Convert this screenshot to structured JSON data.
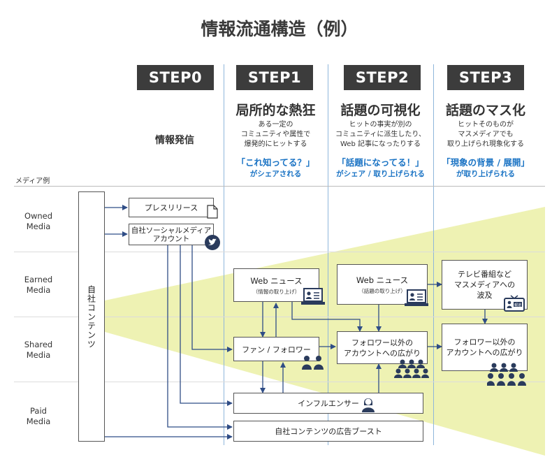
{
  "title": "情報流通構造（例）",
  "steps": [
    {
      "label": "STEP0",
      "heading": "",
      "plain": "情報発信",
      "desc": [],
      "highlight": "",
      "highlight_sub": ""
    },
    {
      "label": "STEP1",
      "heading": "局所的な熱狂",
      "desc": [
        "ある一定の",
        "コミュニティや属性で",
        "爆発的にヒットする"
      ],
      "highlight": "「これ知ってる？」",
      "highlight_sub": "がシェアされる"
    },
    {
      "label": "STEP2",
      "heading": "話題の可視化",
      "desc": [
        "ヒットの事実が別の",
        "コミュニティに派生したり、",
        "Web 記事になったりする"
      ],
      "highlight": "「話題になってる！」",
      "highlight_sub": "がシェア / 取り上げられる"
    },
    {
      "label": "STEP3",
      "heading": "話題のマス化",
      "desc": [
        "ヒットそのものが",
        "マスメディアでも",
        "取り上げられ現象化する"
      ],
      "highlight": "「現象の背景 / 展開」",
      "highlight_sub": "が取り上げられる"
    }
  ],
  "media_header": "メディア例",
  "rows": [
    {
      "label": "Owned\nMedia"
    },
    {
      "label": "Earned\nMedia"
    },
    {
      "label": "Shared\nMedia"
    },
    {
      "label": "Paid\nMedia"
    }
  ],
  "own_content": "自社コンテンツ",
  "boxes": {
    "press": "プレスリリース",
    "social": "自社ソーシャルメディア\nアカウント",
    "web1": "Web ニュース",
    "web1_sub": "（情報の取り上げ）",
    "web2": "Web ニュース",
    "web2_sub": "（話題の取り上げ）",
    "tv": "テレビ番組など\nマスメディアへの\n波及",
    "fans": "ファン / フォロワー",
    "spread1": "フォロワー以外の\nアカウントへの広がり",
    "spread2": "フォロワー以外の\nアカウントへの広がり",
    "influencer": "インフルエンサー",
    "boost": "自社コンテンツの広告ブースト"
  },
  "tv_badge": "報道",
  "colors": {
    "accent": "#1a73c4",
    "step_bg": "#3c3c3c",
    "wedge": "#eef2b3",
    "arrow": "#2f4d86",
    "divider": "#8fb6db"
  }
}
